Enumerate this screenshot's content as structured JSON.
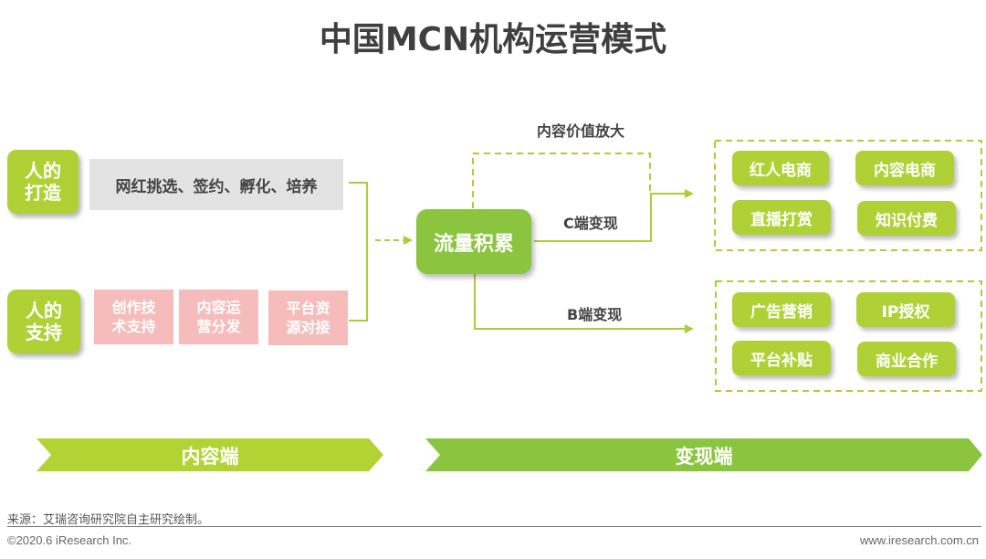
{
  "title": "中国MCN机构运营模式",
  "left": {
    "person_build": {
      "label": "人的\n打造",
      "detail": "网红挑选、签约、孵化、培养"
    },
    "person_support": {
      "label": "人的\n支持",
      "items": [
        "创作技\n术支持",
        "内容运\n营分发",
        "平台资\n源对接"
      ]
    }
  },
  "center": {
    "node": "流量积累",
    "value_amplify_label": "内容价值放大",
    "c_label": "C端变现",
    "b_label": "B端变现"
  },
  "c_group": [
    "红人电商",
    "内容电商",
    "直播打赏",
    "知识付费"
  ],
  "b_group": [
    "广告营销",
    "IP授权",
    "平台补贴",
    "商业合作"
  ],
  "banners": {
    "content_side": "内容端",
    "monetize_side": "变现端"
  },
  "colors": {
    "light_green": "#afd136",
    "green": "#8bc53f",
    "pink": "#f6bcbc",
    "gray": "#e3e3e3",
    "line": "#a9cf38"
  },
  "footer": {
    "source": "来源：艾瑞咨询研究院自主研究绘制。",
    "copyright": "©2020.6 iResearch Inc.",
    "website": "www.iresearch.com.cn"
  }
}
